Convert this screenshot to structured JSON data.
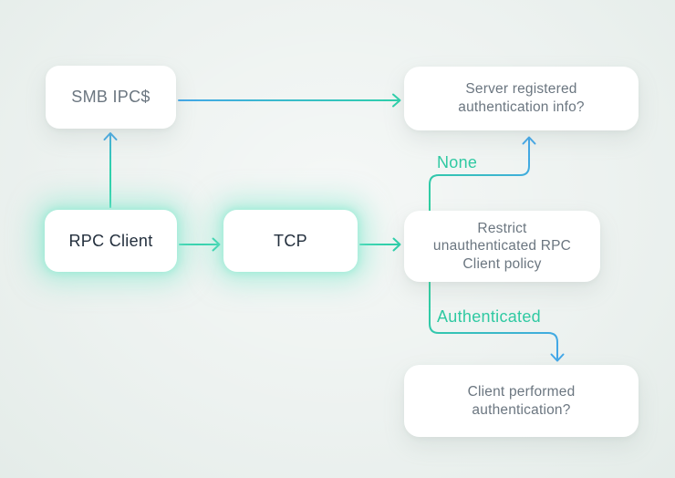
{
  "diagram": {
    "type": "flowchart",
    "background": "#edf2f0",
    "colors": {
      "teal": "#2ed0ab",
      "green": "#2ecf9f",
      "blue": "#43a7e8",
      "blue_light": "#49abe2",
      "label_green": "#2fc9a2",
      "text_dark": "#232f3d",
      "text_gray": "#6b7680",
      "box_bg": "#ffffff",
      "glow": "rgba(127,233,205,0.5)"
    },
    "nodes": {
      "smb": {
        "label": "SMB IPC$"
      },
      "server": {
        "label": "Server registered\nauthentication info?"
      },
      "rpc": {
        "label": "RPC Client"
      },
      "tcp": {
        "label": "TCP"
      },
      "restrict": {
        "label": "Restrict\nunauthenticated RPC\nClient policy"
      },
      "client": {
        "label": "Client performed\nauthentication?"
      }
    },
    "edge_labels": {
      "none": "None",
      "authenticated": "Authenticated"
    }
  }
}
